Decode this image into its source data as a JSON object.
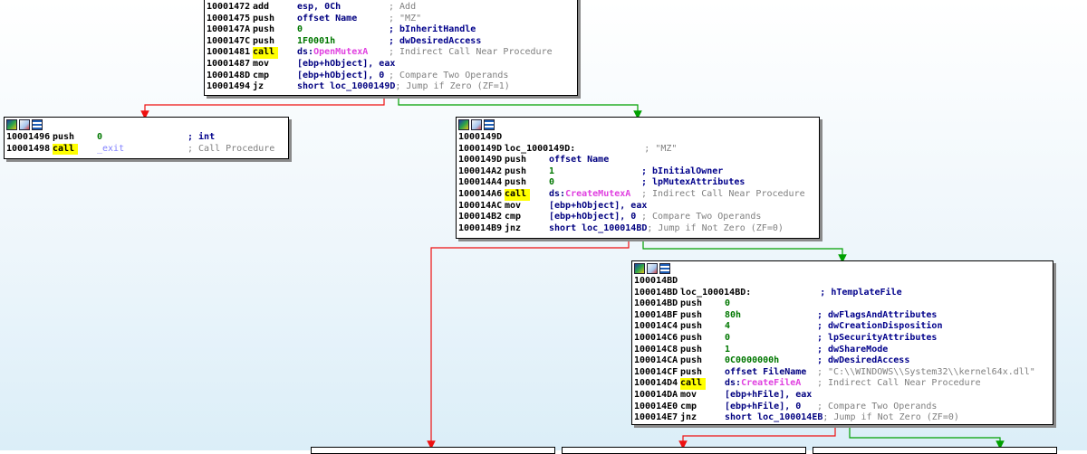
{
  "colors": {
    "edge_true": "#00a000",
    "edge_false": "#ee1111",
    "callhl": "#ffff00",
    "api": "#e040e0"
  },
  "node_icons": [
    "graph-color-icon",
    "edit-node-icon",
    "listing-icon"
  ],
  "blocks": {
    "top": {
      "lines": [
        {
          "a": "10001472",
          "m": "add",
          "o": "esp, 0Ch",
          "c": "; Add"
        },
        {
          "a": "10001475",
          "m": "push",
          "o": "offset Name",
          "c": "; \"MZ\""
        },
        {
          "a": "1000147A",
          "m": "push",
          "o": "0",
          "c": "; bInheritHandle"
        },
        {
          "a": "1000147C",
          "m": "push",
          "o": "1F0001h",
          "c": "; dwDesiredAccess"
        },
        {
          "a": "10001481",
          "m": "call",
          "o": "ds:OpenMutexA",
          "c": "; Indirect Call Near Procedure"
        },
        {
          "a": "10001487",
          "m": "mov",
          "o": "[ebp+hObject], eax",
          "c": ""
        },
        {
          "a": "1000148D",
          "m": "cmp",
          "o": "[ebp+hObject], 0",
          "c": "; Compare Two Operands"
        },
        {
          "a": "10001494",
          "m": "jz",
          "o": "short loc_1000149D",
          "c": "; Jump if Zero (ZF=1)"
        }
      ]
    },
    "left": {
      "lines": [
        {
          "a": "10001496",
          "m": "push",
          "o": "0",
          "c": "; int"
        },
        {
          "a": "10001498",
          "m": "call",
          "o": "_exit",
          "c": "; Call Procedure"
        }
      ]
    },
    "mid": {
      "lines": [
        {
          "a": "1000149D",
          "m": "",
          "o": "",
          "c": ""
        },
        {
          "a": "1000149D",
          "m": "loc_1000149D:",
          "o": "",
          "c": "; \"MZ\""
        },
        {
          "a": "1000149D",
          "m": "push",
          "o": "offset Name",
          "c": ""
        },
        {
          "a": "100014A2",
          "m": "push",
          "o": "1",
          "c": "; bInitialOwner"
        },
        {
          "a": "100014A4",
          "m": "push",
          "o": "0",
          "c": "; lpMutexAttributes"
        },
        {
          "a": "100014A6",
          "m": "call",
          "o": "ds:CreateMutexA",
          "c": "; Indirect Call Near Procedure"
        },
        {
          "a": "100014AC",
          "m": "mov",
          "o": "[ebp+hObject], eax",
          "c": ""
        },
        {
          "a": "100014B2",
          "m": "cmp",
          "o": "[ebp+hObject], 0",
          "c": "; Compare Two Operands"
        },
        {
          "a": "100014B9",
          "m": "jnz",
          "o": "short loc_100014BD",
          "c": "; Jump if Not Zero (ZF=0)"
        }
      ]
    },
    "right": {
      "lines": [
        {
          "a": "100014BD",
          "m": "",
          "o": "",
          "c": ""
        },
        {
          "a": "100014BD",
          "m": "loc_100014BD:",
          "o": "",
          "c": "; hTemplateFile"
        },
        {
          "a": "100014BD",
          "m": "push",
          "o": "0",
          "c": ""
        },
        {
          "a": "100014BF",
          "m": "push",
          "o": "80h",
          "c": "; dwFlagsAndAttributes"
        },
        {
          "a": "100014C4",
          "m": "push",
          "o": "4",
          "c": "; dwCreationDisposition"
        },
        {
          "a": "100014C6",
          "m": "push",
          "o": "0",
          "c": "; lpSecurityAttributes"
        },
        {
          "a": "100014C8",
          "m": "push",
          "o": "1",
          "c": "; dwShareMode"
        },
        {
          "a": "100014CA",
          "m": "push",
          "o": "0C0000000h",
          "c": "; dwDesiredAccess"
        },
        {
          "a": "100014CF",
          "m": "push",
          "o": "offset FileName",
          "c": "; \"C:\\\\WINDOWS\\\\System32\\\\kernel64x.dll\""
        },
        {
          "a": "100014D4",
          "m": "call",
          "o": "ds:CreateFileA",
          "c": "; Indirect Call Near Procedure"
        },
        {
          "a": "100014DA",
          "m": "mov",
          "o": "[ebp+hFile], eax",
          "c": ""
        },
        {
          "a": "100014E0",
          "m": "cmp",
          "o": "[ebp+hFile], 0",
          "c": "; Compare Two Operands"
        },
        {
          "a": "100014E7",
          "m": "jnz",
          "o": "short loc_100014EB",
          "c": "; Jump if Not Zero (ZF=0)"
        }
      ]
    }
  }
}
